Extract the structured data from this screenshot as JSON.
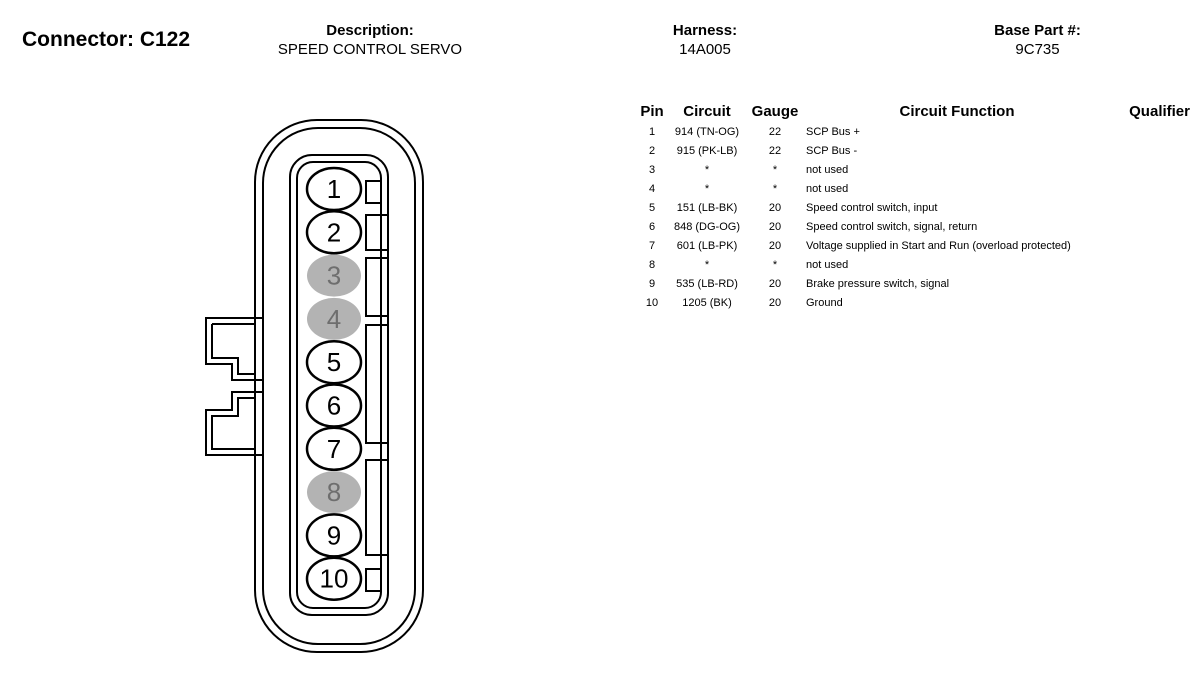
{
  "header": {
    "connector": "Connector: C122",
    "description_label": "Description:",
    "description": "SPEED CONTROL SERVO",
    "harness_label": "Harness:",
    "harness": "14A005",
    "base_part_label": "Base Part #:",
    "base_part": "9C735"
  },
  "table": {
    "columns": [
      "Pin",
      "Circuit",
      "Gauge",
      "Circuit Function",
      "Qualifier"
    ],
    "rows": [
      {
        "pin": "1",
        "circuit": "914 (TN-OG)",
        "gauge": "22",
        "function": "SCP Bus +",
        "qualifier": ""
      },
      {
        "pin": "2",
        "circuit": "915 (PK-LB)",
        "gauge": "22",
        "function": "SCP Bus -",
        "qualifier": ""
      },
      {
        "pin": "3",
        "circuit": "*",
        "gauge": "*",
        "function": "not used",
        "qualifier": ""
      },
      {
        "pin": "4",
        "circuit": "*",
        "gauge": "*",
        "function": "not used",
        "qualifier": ""
      },
      {
        "pin": "5",
        "circuit": "151 (LB-BK)",
        "gauge": "20",
        "function": "Speed control switch, input",
        "qualifier": ""
      },
      {
        "pin": "6",
        "circuit": "848 (DG-OG)",
        "gauge": "20",
        "function": "Speed control switch, signal, return",
        "qualifier": ""
      },
      {
        "pin": "7",
        "circuit": "601 (LB-PK)",
        "gauge": "20",
        "function": "Voltage supplied in Start and Run (overload protected)",
        "qualifier": ""
      },
      {
        "pin": "8",
        "circuit": "*",
        "gauge": "*",
        "function": "not used",
        "qualifier": ""
      },
      {
        "pin": "9",
        "circuit": "535 (LB-RD)",
        "gauge": "20",
        "function": "Brake pressure switch, signal",
        "qualifier": ""
      },
      {
        "pin": "10",
        "circuit": "1205 (BK)",
        "gauge": "20",
        "function": "Ground",
        "qualifier": ""
      }
    ]
  },
  "connector": {
    "pins": [
      {
        "label": "1",
        "used": true
      },
      {
        "label": "2",
        "used": true
      },
      {
        "label": "3",
        "used": false
      },
      {
        "label": "4",
        "used": false
      },
      {
        "label": "5",
        "used": true
      },
      {
        "label": "6",
        "used": true
      },
      {
        "label": "7",
        "used": true
      },
      {
        "label": "8",
        "used": false
      },
      {
        "label": "9",
        "used": true
      },
      {
        "label": "10",
        "used": true
      }
    ],
    "colors": {
      "unused_fill": "#b3b3b3",
      "unused_text": "#6e6e6e",
      "line": "#000000"
    }
  }
}
